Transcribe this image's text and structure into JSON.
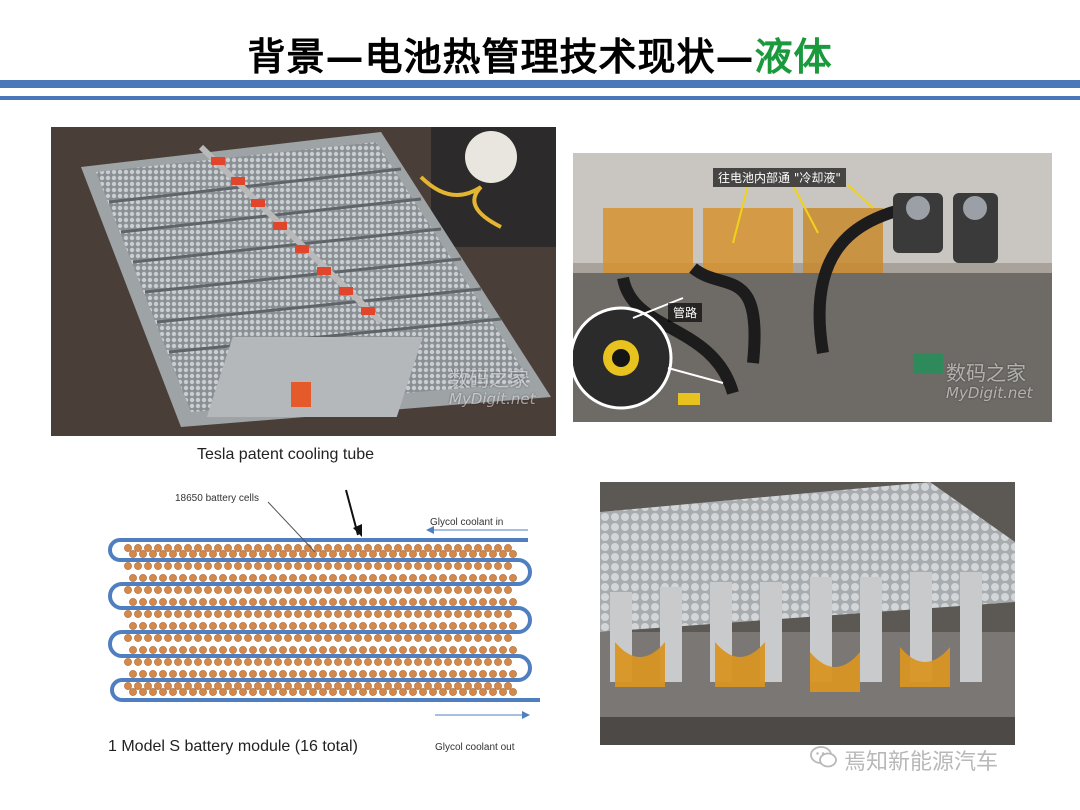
{
  "header": {
    "title_main": "背景—电池热管理技术现状—",
    "title_accent": "液体"
  },
  "photo1": {
    "watermark_cn": "数码之家",
    "watermark_en": "MyDigit.net"
  },
  "photo2": {
    "callout_coolant": "往电池内部通 \"冷却液\"",
    "callout_pipe": "管路",
    "watermark_cn": "数码之家",
    "watermark_en": "MyDigit.net"
  },
  "diagram": {
    "title": "Tesla patent cooling tube",
    "label_cells": "18650 battery cells",
    "label_in": "Glycol coolant in",
    "label_out": "Glycol coolant out",
    "caption": "1 Model S battery module (16 total)"
  },
  "footer": {
    "wechat_name": "焉知新能源汽车"
  },
  "colors": {
    "accent_green": "#1a9a3c",
    "rule_blue": "#4a77b8",
    "tube_blue": "#4f7fc0",
    "cell_orange": "#d4884a"
  }
}
